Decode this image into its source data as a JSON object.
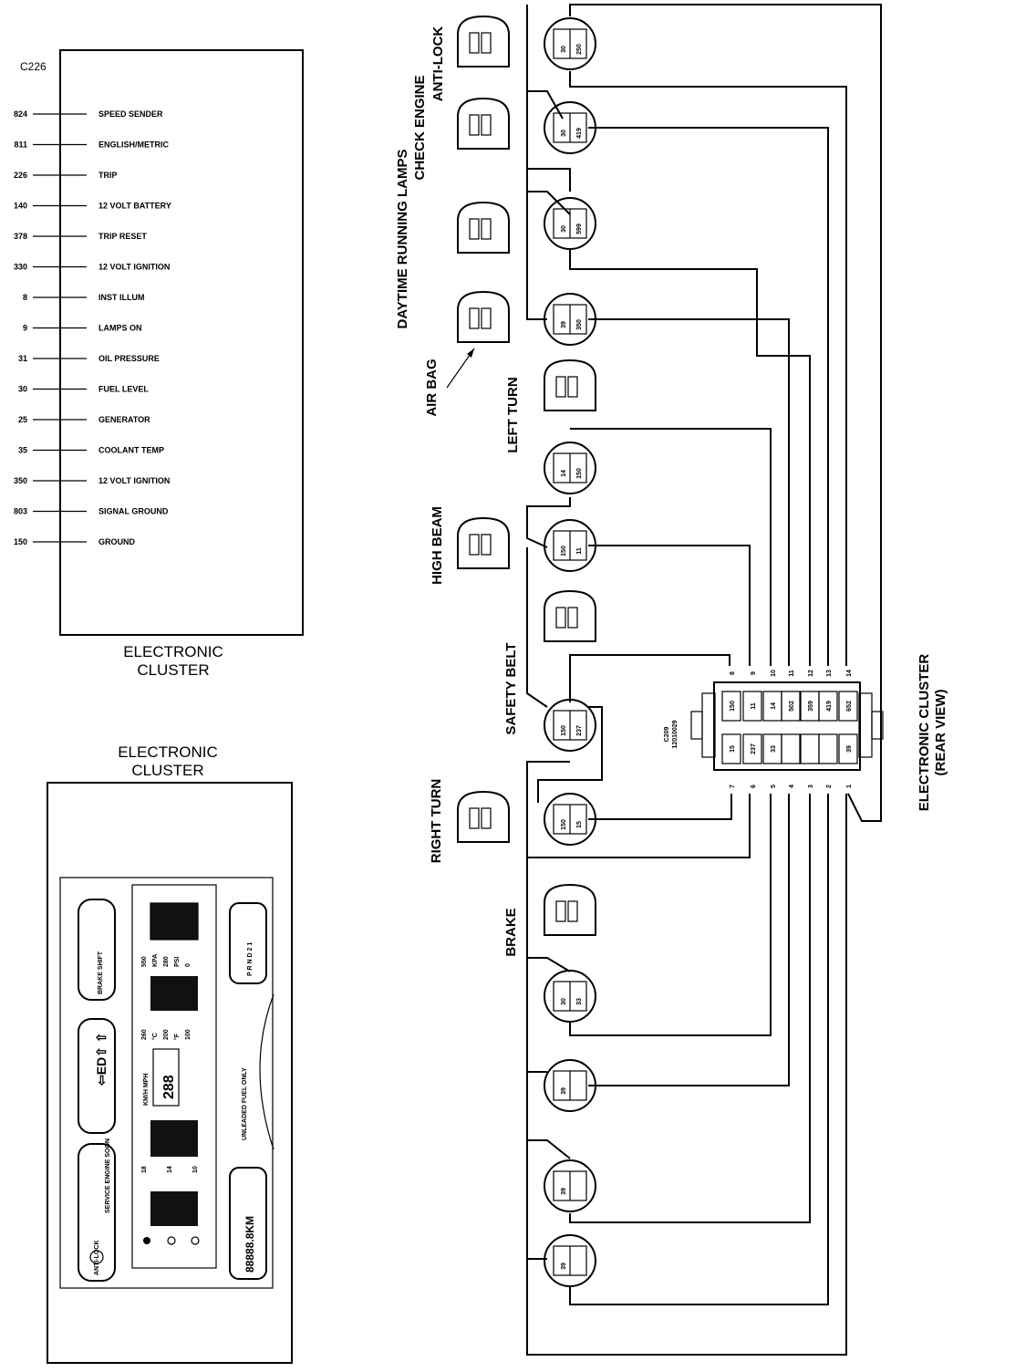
{
  "top_cluster": {
    "connector_id": "C226",
    "pins": [
      {
        "circuit": "824",
        "name": "SPEED SENDER"
      },
      {
        "circuit": "811",
        "name": "ENGLISH/METRIC"
      },
      {
        "circuit": "226",
        "name": "TRIP"
      },
      {
        "circuit": "140",
        "name": "12 VOLT BATTERY"
      },
      {
        "circuit": "378",
        "name": "TRIP RESET"
      },
      {
        "circuit": "330",
        "name": "12 VOLT IGNITION"
      },
      {
        "circuit": "8",
        "name": "INST ILLUM"
      },
      {
        "circuit": "9",
        "name": "LAMPS ON"
      },
      {
        "circuit": "31",
        "name": "OIL PRESSURE"
      },
      {
        "circuit": "30",
        "name": "FUEL LEVEL"
      },
      {
        "circuit": "25",
        "name": "GENERATOR"
      },
      {
        "circuit": "35",
        "name": "COOLANT TEMP"
      },
      {
        "circuit": "350",
        "name": "12 VOLT IGNITION"
      },
      {
        "circuit": "803",
        "name": "SIGNAL GROUND"
      },
      {
        "circuit": "150",
        "name": "GROUND"
      }
    ],
    "caption_line1": "ELECTRONIC",
    "caption_line2": "CLUSTER"
  },
  "bottom_cluster": {
    "title_line1": "ELECTRONIC",
    "title_line2": "CLUSTER",
    "indicators": [
      "BRAKE SHIFT",
      "ANTI-LOCK",
      "SERVICE ENGINE SOON"
    ],
    "gauges": {
      "oil_scale": [
        "550",
        "KPA",
        "280",
        "PSI",
        "0"
      ],
      "temp_scale": [
        "260",
        "°C",
        "200",
        "°F",
        "100"
      ],
      "speed_units": "KM/H MPH",
      "speed_value": "288",
      "volt_scale": [
        "18",
        "14",
        "10"
      ],
      "gear_display": "P R N D 2 1",
      "odometer": "88888.8KM",
      "fuel_note": "UNLEADED FUEL ONLY"
    }
  },
  "wiring": {
    "lamp_labels": [
      "ANTI-LOCK",
      "CHECK ENGINE",
      "DAYTIME RUNNING LAMPS",
      "AIR BAG",
      "LEFT TURN",
      "HIGH BEAM",
      "SAFETY BELT",
      "RIGHT TURN",
      "BRAKE"
    ],
    "bulbs": [
      {
        "a": "30",
        "b": "250"
      },
      {
        "a": "30",
        "b": "419"
      },
      {
        "a": "30",
        "b": "599"
      },
      {
        "a": "39",
        "b": "350"
      },
      {
        "a": "14",
        "b": "150"
      },
      {
        "a": "150",
        "b": "11"
      },
      {
        "a": "150",
        "b": "237"
      },
      {
        "a": "150",
        "b": "15"
      },
      {
        "a": "30",
        "b": "33"
      },
      {
        "a": "39",
        "b": ""
      },
      {
        "a": "39",
        "b": ""
      },
      {
        "a": "39",
        "b": ""
      }
    ],
    "connector": {
      "id": "C209",
      "part": "12010029",
      "top_pins": [
        "8",
        "9",
        "10",
        "11",
        "12",
        "13",
        "14"
      ],
      "bottom_pins": [
        "7",
        "6",
        "5",
        "4",
        "3",
        "2",
        "1"
      ],
      "top_cells": [
        "150",
        "11",
        "14",
        "502",
        "359",
        "419",
        "652"
      ],
      "bottom_cells": [
        "15",
        "237",
        "33",
        "",
        "",
        "",
        "39"
      ]
    },
    "caption_line1": "ELECTRONIC CLUSTER",
    "caption_line2": "(REAR VIEW)"
  }
}
